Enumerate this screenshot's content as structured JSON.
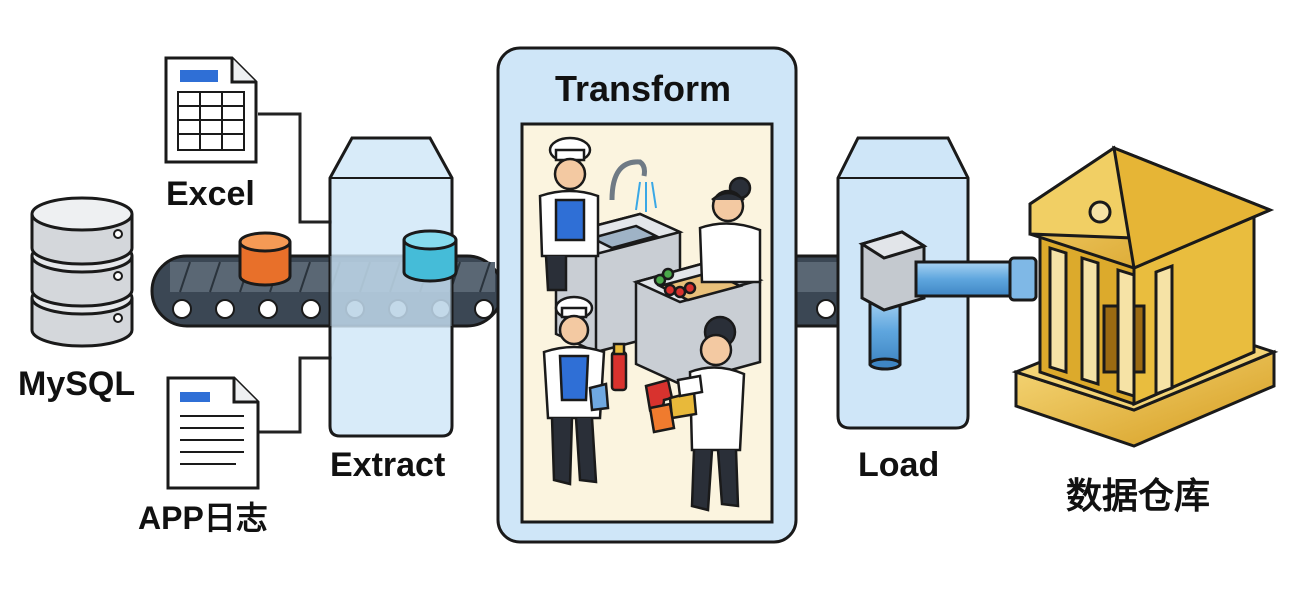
{
  "sources": {
    "mysql": "MySQL",
    "excel": "Excel",
    "app_log": "APP日志"
  },
  "stages": {
    "extract": "Extract",
    "transform": "Transform",
    "load": "Load"
  },
  "destination": "数据仓库",
  "colors": {
    "stage_fill": "#cfe6f8",
    "stage_stroke": "#1a1a1a",
    "belt": "#3b4754",
    "pipe": "#7fb8e6",
    "cylinder_orange": "#f07b2e",
    "cylinder_cyan": "#4cc3dd",
    "warehouse_gold": "#e8b93a",
    "doc_accent": "#2f6fd6"
  }
}
